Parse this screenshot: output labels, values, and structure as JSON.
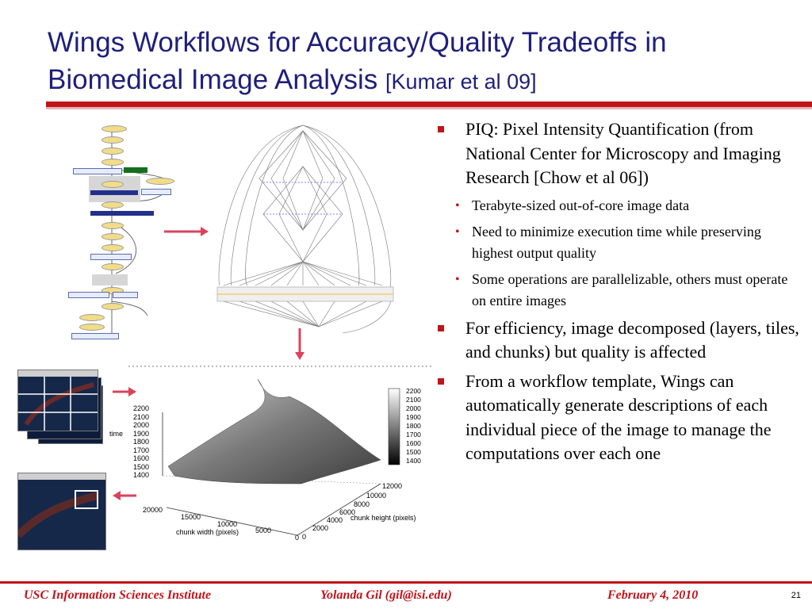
{
  "title": {
    "line1": "Wings Workflows for Accuracy/Quality Tradeoffs in",
    "line2": "Biomedical Image Analysis",
    "citation": "[Kumar et al 09]"
  },
  "bullets": [
    {
      "text": "PIQ: Pixel Intensity Quantification (from National Center for Microscopy and Imaging Research [Chow et al 06])",
      "sub": [
        "Terabyte-sized out-of-core image data",
        "Need to minimize execution time while preserving highest output quality",
        "Some operations are parallelizable, others must operate on entire images"
      ]
    },
    {
      "text": "For efficiency, image decomposed (layers, tiles, and chunks) but quality is affected",
      "sub": []
    },
    {
      "text": "From a workflow template, Wings can automatically generate descriptions of each individual piece of the image to manage the computations over each one",
      "sub": []
    }
  ],
  "plot": {
    "zlabel": "time",
    "ztick_labels": [
      "2200",
      "2100",
      "2000",
      "1900",
      "1800",
      "1700",
      "1600",
      "1500",
      "1400"
    ],
    "colorbar_labels": [
      "2200",
      "2100",
      "2000",
      "1900",
      "1800",
      "1700",
      "1600",
      "1500",
      "1400"
    ],
    "x_axis_label": "chunk width (pixels)",
    "x_tick_labels": [
      "20000",
      "15000",
      "10000",
      "5000",
      "0"
    ],
    "y_axis_label": "chunk height (pixels)",
    "y_tick_labels": [
      "12000",
      "10000",
      "8000",
      "6000",
      "4000",
      "2000",
      "0"
    ]
  },
  "footer": {
    "institute": "USC Information Sciences Institute",
    "author": "Yolanda Gil (gil@isi.edu)",
    "date": "February 4, 2010",
    "page": "21"
  },
  "colors": {
    "title": "#1f1f7a",
    "accent": "#c0141b",
    "arrow": "#d9435c"
  }
}
